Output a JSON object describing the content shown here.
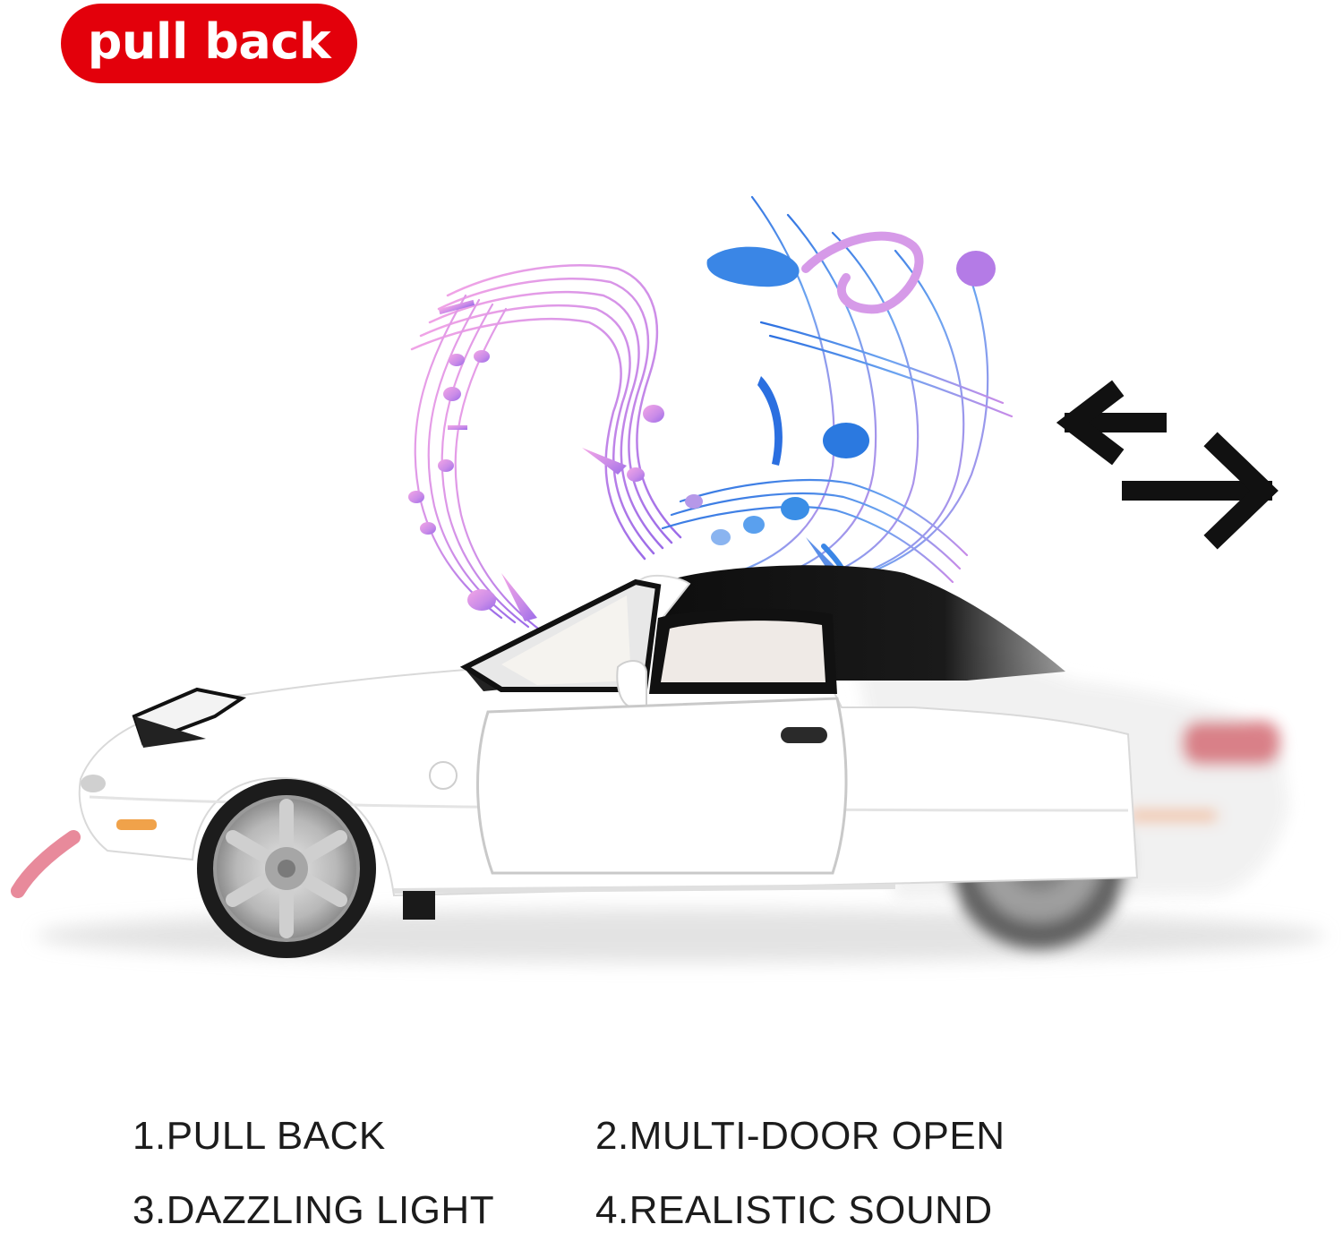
{
  "badge": {
    "label": "pull back"
  },
  "features": [
    "1.PULL BACK",
    "2.MULTI-DOOR OPEN",
    "3.DAZZLING LIGHT",
    "4.REALISTIC SOUND"
  ],
  "colors": {
    "badge_bg": "#e3000b",
    "badge_text": "#ffffff",
    "car_body": "#ffffff",
    "car_roof": "#111111",
    "notes_pink": "#e58fe6",
    "notes_purple": "#9b6be8",
    "notes_blue": "#2b79e0",
    "arrows": "#111111",
    "pull_string": "#e88a9b"
  },
  "icons": [
    "music-notes-icon",
    "left-arrow-icon",
    "right-arrow-icon",
    "pull-back-car-image"
  ]
}
